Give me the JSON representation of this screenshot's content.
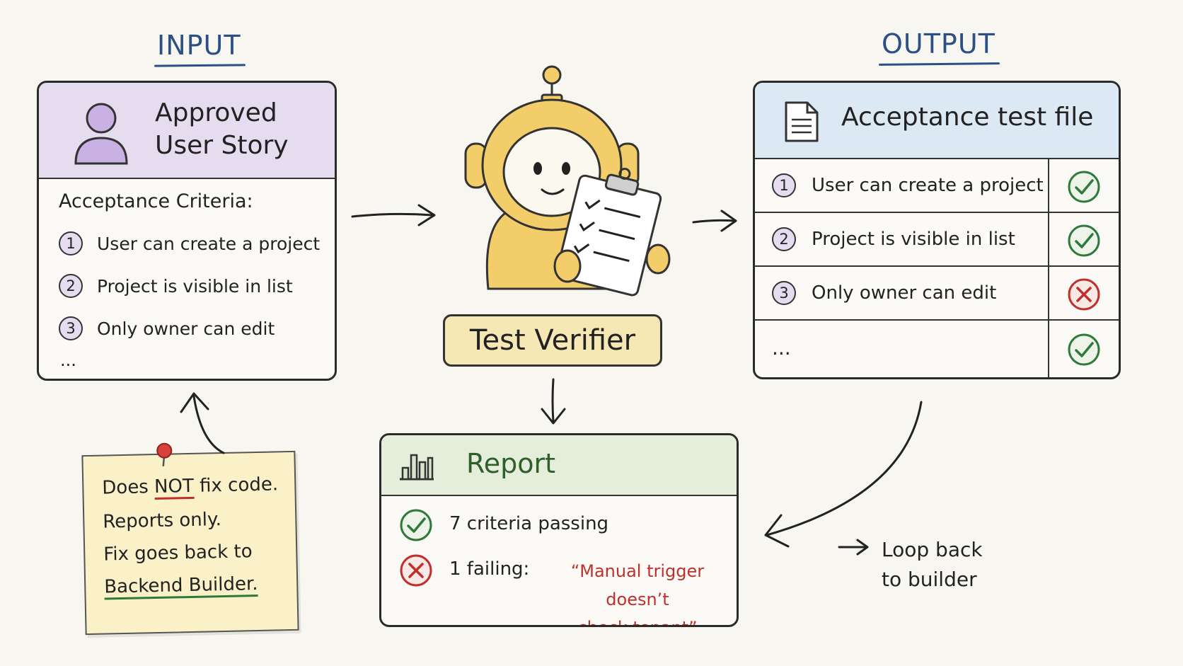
{
  "input": {
    "heading": "INPUT",
    "card": {
      "title_line1": "Approved",
      "title_line2": "User Story",
      "criteria_label": "Acceptance Criteria:",
      "items": [
        {
          "num": "1",
          "text": "User can create a project"
        },
        {
          "num": "2",
          "text": "Project is visible in list"
        },
        {
          "num": "3",
          "text": "Only owner can edit"
        }
      ],
      "ellipsis": "..."
    }
  },
  "agent": {
    "label": "Test Verifier"
  },
  "output": {
    "heading": "OUTPUT",
    "card": {
      "title": "Acceptance test file",
      "rows": [
        {
          "num": "1",
          "text": "User can create a project",
          "status": "pass"
        },
        {
          "num": "2",
          "text": "Project is visible in list",
          "status": "pass"
        },
        {
          "num": "3",
          "text": "Only owner can edit",
          "status": "fail"
        },
        {
          "num": "",
          "text": "...",
          "status": "pass"
        }
      ]
    }
  },
  "report": {
    "title": "Report",
    "passing": "7 criteria passing",
    "failing_prefix": "1 failing:",
    "failing_quote_line1": "“Manual trigger doesn’t",
    "failing_quote_line2": "check tenant”"
  },
  "note": {
    "line1_pre": "Does ",
    "line1_em": "NOT",
    "line1_post": " fix code.",
    "line2": "Reports only.",
    "line3": "Fix goes back to",
    "line4": "Backend Builder."
  },
  "loop": {
    "line1": "Loop back",
    "line2": "to builder"
  },
  "colors": {
    "heading": "#2c4f86",
    "input_header": "#e5dcf0",
    "output_header": "#dce8f4",
    "report_header": "#e4eedb",
    "robot": "#f2cd6a",
    "pass": "#2f7a3a",
    "fail": "#c0302b",
    "note": "#fbf1c9"
  }
}
